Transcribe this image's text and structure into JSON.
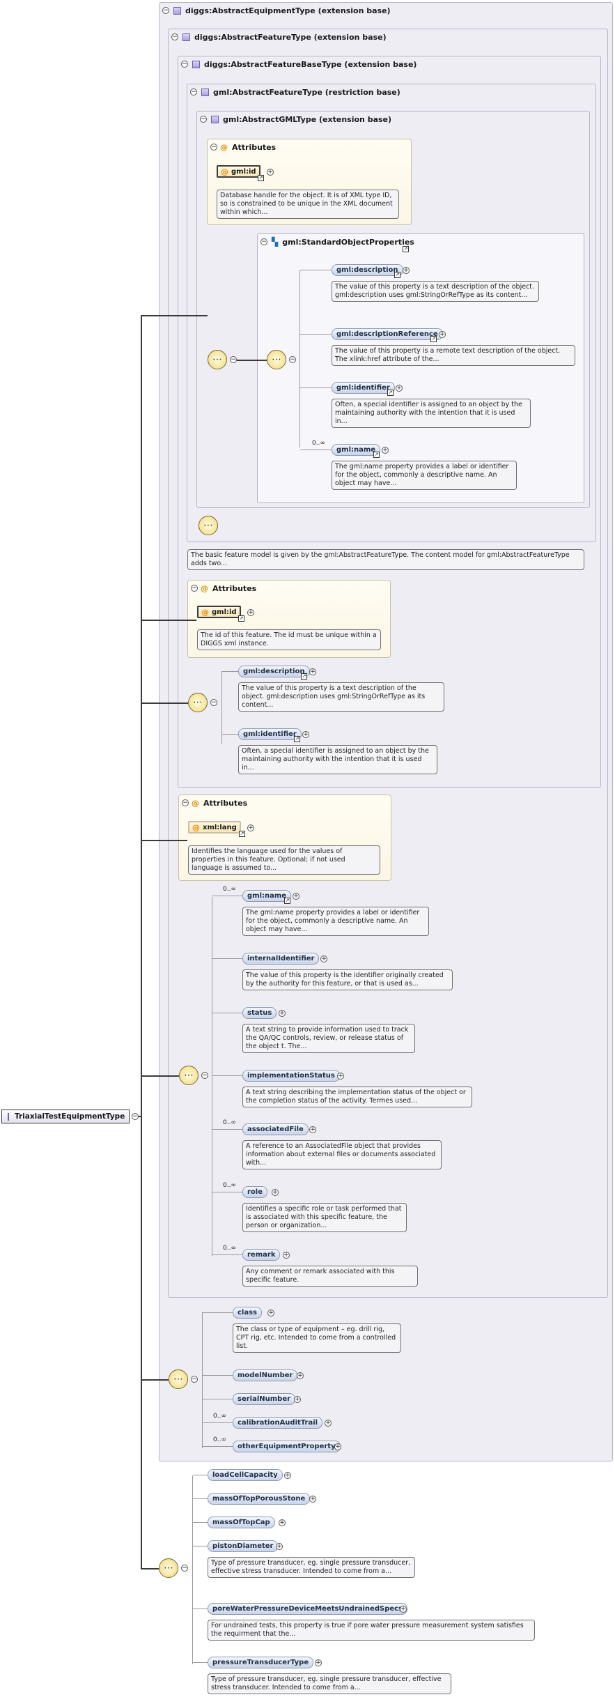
{
  "root": {
    "label": "TriaxialTestEquipmentType"
  },
  "types": {
    "abstract_equipment": "diggs:AbstractEquipmentType (extension base)",
    "abstract_feature": "diggs:AbstractFeatureType (extension base)",
    "abstract_feature_base": "diggs:AbstractFeatureBaseType (extension base)",
    "gml_abstract_feature": "gml:AbstractFeatureType (restriction base)",
    "gml_abstract_gml": "gml:AbstractGMLType (extension base)",
    "std_props": "gml:StandardObjectProperties"
  },
  "attributes": {
    "title": "Attributes",
    "gml_id_label": "gml:id",
    "gml_id_doc": "Database handle for the object. It is of XML type ID, so is constrained to be unique in the XML document within which...",
    "feature_id_doc": "The id of this feature. The id must be unique within a DIGGS xml instance.",
    "xml_lang_label": "xml:lang",
    "xml_lang_doc": "Identifies the language used for the values of properties in this feature. Optional; if not used language is assumed to..."
  },
  "std_elements": [
    {
      "label": "gml:description",
      "card": "",
      "doc": "The value of this property is a text description of the object. gml:description uses gml:StringOrRefType as its content..."
    },
    {
      "label": "gml:descriptionReference",
      "card": "",
      "doc": "The value of this property is a remote text description of the object. The xlink:href attribute of the..."
    },
    {
      "label": "gml:identifier",
      "card": "",
      "doc": "Often, a special identifier is assigned to an object by the maintaining authority with the intention that it is used in..."
    },
    {
      "label": "gml:name",
      "card": "0..∞",
      "doc": "The gml:name property provides a label or identifier for the object, commonly a descriptive name. An object may have..."
    }
  ],
  "feature_type_doc": "The basic feature model is given by the gml:AbstractFeatureType. The content model for gml:AbstractFeatureType adds two...",
  "base_elements": [
    {
      "label": "gml:description",
      "doc": "The value of this property is a text description of the object. gml:description uses gml:StringOrRefType as its content..."
    },
    {
      "label": "gml:identifier",
      "doc": "Often, a special identifier is assigned to an object by the maintaining authority with the intention that it is used in..."
    }
  ],
  "feature_elements": [
    {
      "label": "gml:name",
      "card": "0..∞",
      "doc": "The gml:name property provides a label or identifier for the object, commonly a descriptive name. An object may have..."
    },
    {
      "label": "internalIdentifier",
      "card": "",
      "doc": "The value of this property is the identifier originally created by the authority for this feature, or that is used as..."
    },
    {
      "label": "status",
      "card": "",
      "doc": "A text string to provide information used to track the QA/QC controls, review, or release status of the object t. The..."
    },
    {
      "label": "implementationStatus",
      "card": "",
      "doc": "A text string describing the implementation status of the object or the completion status of the activity. Termes used..."
    },
    {
      "label": "associatedFile",
      "card": "0..∞",
      "doc": "A reference to an AssociatedFile object that provides information about external files or documents associated with..."
    },
    {
      "label": "role",
      "card": "0..∞",
      "doc": "Identifies a specific role or task performed that is associated with this specific feature, the person or organization..."
    },
    {
      "label": "remark",
      "card": "0..∞",
      "doc": "Any comment or remark associated with this specific feature."
    }
  ],
  "equipment_elements": [
    {
      "label": "class",
      "card": "",
      "doc": "The class or type of equipment – eg. drill rig, CPT rig, etc. Intended to come from a controlled list."
    },
    {
      "label": "modelNumber",
      "card": "",
      "doc": ""
    },
    {
      "label": "serialNumber",
      "card": "",
      "doc": ""
    },
    {
      "label": "calibrationAuditTrail",
      "card": "0..∞",
      "doc": ""
    },
    {
      "label": "otherEquipmentProperty",
      "card": "0..∞",
      "doc": ""
    }
  ],
  "triaxial_elements": [
    {
      "label": "loadCellCapacity",
      "doc": ""
    },
    {
      "label": "massOfTopPorousStone",
      "doc": ""
    },
    {
      "label": "massOfTopCap",
      "doc": ""
    },
    {
      "label": "pistonDiameter",
      "doc": "Type of pressure transducer, eg. single pressure transducer, effective stress transducer. Intended to come from a..."
    },
    {
      "label": "poreWaterPressureDeviceMeetsUndrainedSpecs",
      "doc": "For undrained tests, this property is true if pore water pressure measurement system satisfies the requirment that the..."
    },
    {
      "label": "pressureTransducerType",
      "doc": "Type of pressure transducer, eg. single pressure transducer, effective stress transducer. Intended to come from a..."
    }
  ],
  "symbols": {
    "collapse": "−",
    "expand": "+",
    "link": "↗",
    "sequence": "⋯"
  },
  "colors": {
    "box_fill": "#eeedf4",
    "attr_fill": "#fbf6e4",
    "element_fill": "#c9d4e8"
  }
}
